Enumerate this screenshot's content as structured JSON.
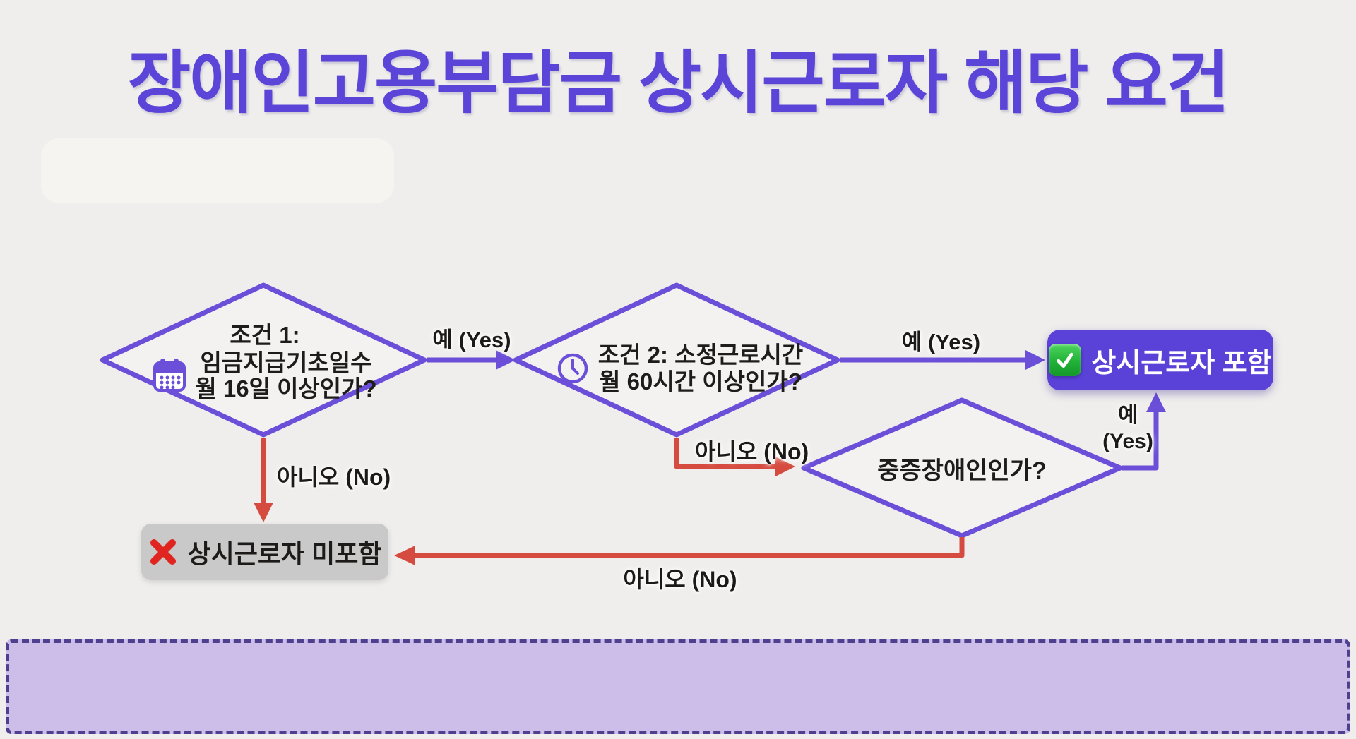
{
  "title": "장애인고용부담금 상시근로자 해당 요건",
  "flowchart": {
    "condition1": {
      "icon": "calendar-icon",
      "line1": "조건 1:",
      "line2": "임금지급기초일수",
      "line3": "월 16일 이상인가?"
    },
    "condition2": {
      "icon": "clock-icon",
      "line1": "조건 2: 소정근로시간",
      "line2": "월 60시간 이상인가?"
    },
    "condition3": {
      "label": "중증장애인인가?"
    },
    "result_included": {
      "icon": "check-icon",
      "label": "상시근로자 포함"
    },
    "result_excluded": {
      "icon": "x-icon",
      "label": "상시근로자 미포함"
    },
    "labels": {
      "cond1_yes": "예 (Yes)",
      "cond1_no": "아니오 (No)",
      "cond2_yes": "예 (Yes)",
      "cond2_no": "아니오 (No)",
      "cond3_yes_line1": "예",
      "cond3_yes_line2": "(Yes)",
      "cond3_no": "아니오 (No)"
    }
  },
  "note_box": {
    "text": ""
  },
  "colors": {
    "background": "#efeeec",
    "title": "#5b45d8",
    "purple_line": "#6b4fd9",
    "purple_box": "#5a41d8",
    "red_line": "#d64b40",
    "gray_box": "#c9c9c9",
    "check_green": "#21b237",
    "x_red": "#e02420",
    "note_fill": "#cdbde9",
    "note_border": "#4f3f8f"
  }
}
